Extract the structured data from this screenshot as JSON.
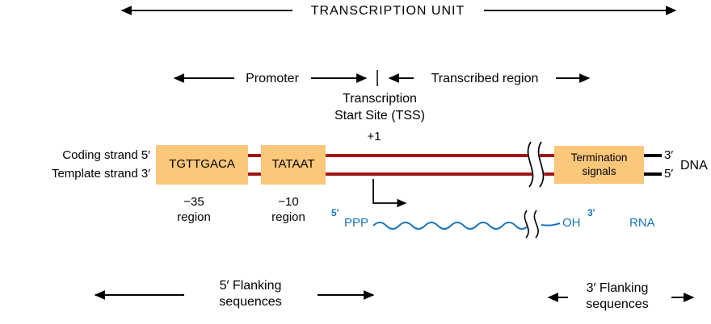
{
  "colors": {
    "dna-color": "#A01616",
    "box-color": "#FBC77B",
    "rna-color": "#1B75BC"
  },
  "title": "TRANSCRIPTION UNIT",
  "regions": {
    "promoter": "Promoter",
    "transcribed": "Transcribed region"
  },
  "tss": {
    "line1": "Transcription",
    "line2": "Start Site (TSS)",
    "position": "+1"
  },
  "strands": {
    "coding": "Coding strand 5′",
    "template": "Template strand 3′",
    "end_top": "3′",
    "end_bottom": "5′",
    "molecule": "DNA"
  },
  "promoter_elements": {
    "minus35_sequence": "TGTTGACA",
    "minus35_label": "−35",
    "minus35_region": "region",
    "minus10_sequence": "TATAAT",
    "minus10_label": "−10",
    "minus10_region": "region",
    "termination_line1": "Termination",
    "termination_line2": "signals"
  },
  "rna": {
    "five_prime": "5′",
    "ppp": "PPP",
    "oh": "OH",
    "three_prime": "3′",
    "molecule": "RNA"
  },
  "flanking": {
    "five_prime_line1": "5′ Flanking",
    "five_prime_line2": "sequences",
    "three_prime_line1": "3′ Flanking",
    "three_prime_line2": "sequences"
  }
}
